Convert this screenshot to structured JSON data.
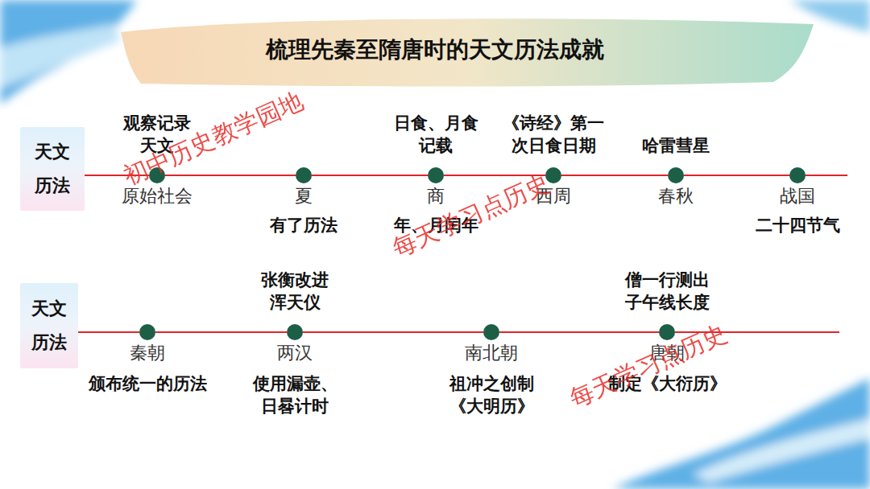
{
  "diagram": {
    "title": "梳理先秦至隋唐时的天文历法成就",
    "nodes": [
      {
        "text": [
          "天文 历法"
        ]
      },
      {
        "text": [
          "观察记录 天文",
          "原始社会"
        ]
      },
      {
        "text": [
          "夏",
          "有了历法"
        ]
      },
      {
        "text": [
          "日食、月食 记载",
          "商",
          "年、月闰年"
        ]
      },
      {
        "text": [
          "《诗经》第一 次日食日期",
          "西周"
        ]
      },
      {
        "text": [
          "哈雷彗星",
          "春秋"
        ]
      },
      {
        "text": [
          "战国",
          "二十四节气"
        ]
      },
      {
        "text": [
          "天文 历法"
        ]
      },
      {
        "text": [
          "秦朝",
          "颁布统一的历法"
        ]
      },
      {
        "text": [
          "张衡改进 浑天仪",
          "两汉",
          "使用漏壶、 日晷计时"
        ]
      },
      {
        "text": [
          "南北朝",
          "祖冲之创制 《大明历》"
        ]
      },
      {
        "text": [
          "僧一行测出 子午线长度",
          "唐朝",
          "制定《大衍历》"
        ]
      }
    ],
    "edges": [
      {
        "from": 0,
        "to": 1,
        "arrow": "none"
      },
      {
        "from": 1,
        "to": 2,
        "arrow": "none"
      },
      {
        "from": 2,
        "to": 3,
        "arrow": "none"
      },
      {
        "from": 3,
        "to": 4,
        "arrow": "none"
      },
      {
        "from": 4,
        "to": 5,
        "arrow": "none"
      },
      {
        "from": 5,
        "to": 6,
        "arrow": "none"
      },
      {
        "from": 7,
        "to": 8,
        "arrow": "none"
      },
      {
        "from": 8,
        "to": 9,
        "arrow": "none"
      },
      {
        "from": 9,
        "to": 10,
        "arrow": "none"
      },
      {
        "from": 10,
        "to": 11,
        "arrow": "none"
      }
    ],
    "labels": [
      "初中历史教学园地",
      "每天学习点历史",
      "每天学习点历史"
    ]
  }
}
